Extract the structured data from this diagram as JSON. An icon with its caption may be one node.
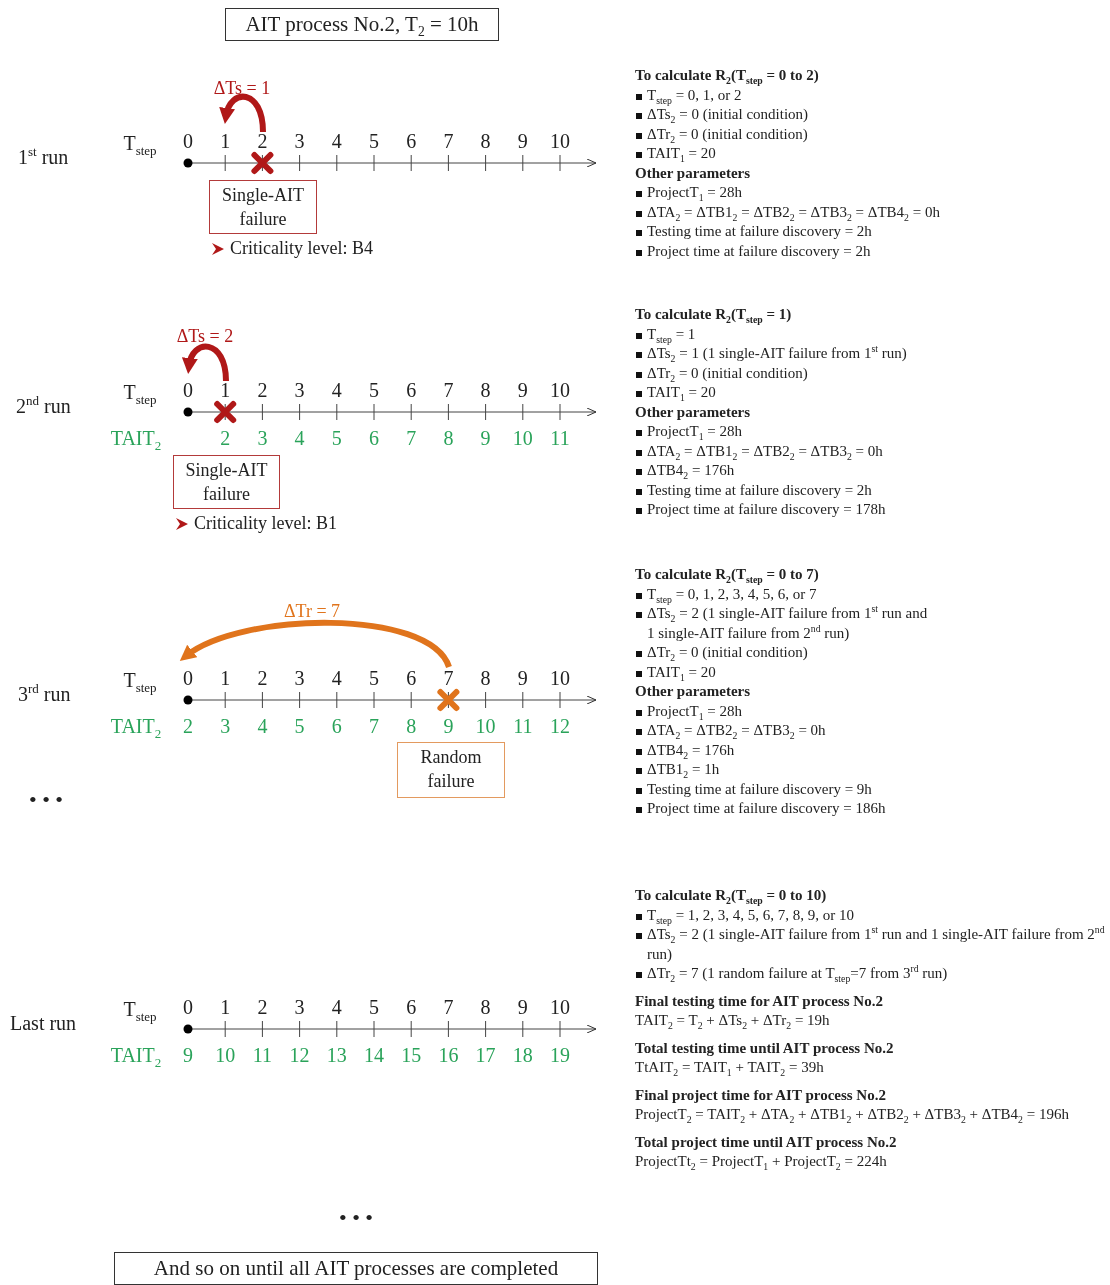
{
  "diagram": {
    "title": "AIT process No.2, T$_{2}$ = 10h",
    "caption": "And so on until all AIT processes are completed",
    "nodes": [
      {
        "text": [
          "Single-AIT failure"
        ],
        "beside": [
          "Criticality level: B4"
        ]
      },
      {
        "text": [
          "Single-AIT failure"
        ],
        "beside": [
          "Criticality level: B1"
        ]
      },
      {
        "text": [
          "Random failure"
        ]
      }
    ],
    "labels": [
      "ΔTs = 1",
      "1$^{st}$ run",
      "T$_{step}$",
      "0",
      "1",
      "2",
      "3",
      "4",
      "5",
      "6",
      "7",
      "8",
      "9",
      "10",
      "To calculate R$_{2}$(T$_{step}$ = 0 to 2)",
      "T$_{step}$ = 0, 1, or 2",
      "ΔTs$_{2}$ = 0 (initial condition)",
      "ΔTr$_{2}$ = 0 (initial condition)",
      "TAIT$_{1}$ = 20",
      "Other parameters",
      "ProjectT$_{1}$ = 28h",
      "ΔTA$_{2}$ = ΔTB1$_{2}$ = ΔTB2$_{2}$ = ΔTB3$_{2}$ = ΔTB4$_{2}$ = 0h",
      "Testing time at failure discovery = 2h",
      "Project time at failure discovery = 2h",
      "ΔTs = 2",
      "2$^{nd}$ run",
      "T$_{step}$",
      "0",
      "1",
      "2",
      "3",
      "4",
      "5",
      "6",
      "7",
      "8",
      "9",
      "10",
      "TAIT$_{2}$",
      "2",
      "3",
      "4",
      "5",
      "6",
      "7",
      "8",
      "9",
      "10",
      "11",
      "To calculate R$_{2}$(T$_{step}$ = 1)",
      "T$_{step}$ = 1",
      "ΔTs$_{2}$ = 1 (1 single-AIT failure from 1$^{st}$ run)",
      "ΔTr$_{2}$ = 0 (initial condition)",
      "TAIT$_{1}$ = 20",
      "Other parameters",
      "ProjectT$_{1}$ = 28h",
      "ΔTA$_{2}$ = ΔTB1$_{2}$ = ΔTB2$_{2}$ = ΔTB3$_{2}$ = 0h",
      "ΔTB4$_{2}$ = 176h",
      "Testing time at failure discovery = 2h",
      "Project time at failure discovery = 178h",
      "ΔTr = 7",
      "3$^{rd}$ run",
      "T$_{step}$",
      "0",
      "1",
      "2",
      "3",
      "4",
      "5",
      "6",
      "7",
      "8",
      "9",
      "10",
      "TAIT$_{2}$",
      "2",
      "3",
      "4",
      "5",
      "6",
      "7",
      "8",
      "9",
      "10",
      "11",
      "12",
      "To calculate R$_{2}$(T$_{step}$ = 0 to 7)",
      "T$_{step}$ = 0, 1, 2, 3, 4, 5, 6, or 7",
      "ΔTs$_{2}$ = 2 (1 single-AIT failure from 1$^{st}$ run and 1 single-AIT failure from 2$^{nd}$ run)",
      "ΔTr$_{2}$ = 0 (initial condition)",
      "TAIT$_{1}$ = 20",
      "Other parameters",
      "ProjectT$_{1}$ = 28h",
      "ΔTA$_{2}$ = ΔTB2$_{2}$ = ΔTB3$_{2}$ = 0h",
      "ΔTB4$_{2}$ = 176h",
      "ΔTB1$_{2}$ = 1h",
      "Testing time at failure discovery = 9h",
      "Project time at failure discovery = 186h",
      "• • •",
      "Last run",
      "T$_{step}$",
      "0",
      "1",
      "2",
      "3",
      "4",
      "5",
      "6",
      "7",
      "8",
      "9",
      "10",
      "TAIT$_{2}$",
      "9",
      "10",
      "11",
      "12",
      "13",
      "14",
      "15",
      "16",
      "17",
      "18",
      "19",
      "To calculate R$_{2}$(T$_{step}$ = 0 to 10)",
      "T$_{step}$ = 1, 2, 3, 4, 5, 6, 7, 8, 9, or 10",
      "ΔTs$_{2}$ = 2 (1 single-AIT failure from 1$^{st}$ run and 1 single-AIT failure from 2$^{nd}$ run)",
      "ΔTr$_{2}$ = 7 (1 random failure at T$_{step}$=7 from 3$^{rd}$ run)",
      "Final testing time for AIT process No.2",
      "TAIT$_{2}$ = T$_{2}$ + ΔTs$_{2}$ + ΔTr$_{2}$ = 19h",
      "Total testing time until AIT process No.2",
      "TtAIT$_{2}$ = TAIT$_{1}$ + TAIT$_{2}$ = 39h",
      "Final project time for AIT process No.2",
      "ProjectT$_{2}$ = TAIT$_{2}$ + ΔTA$_{2}$ + ΔTB1$_{2}$ + ΔTB2$_{2}$ + ΔTB3$_{2}$ + ΔTB4$_{2}$ = 196h",
      "Total project time until AIT process No.2",
      "ProjectTt$_{2}$ = ProjectT$_{1}$ + ProjectT$_{2}$ = 224h",
      "• • •"
    ]
  }
}
